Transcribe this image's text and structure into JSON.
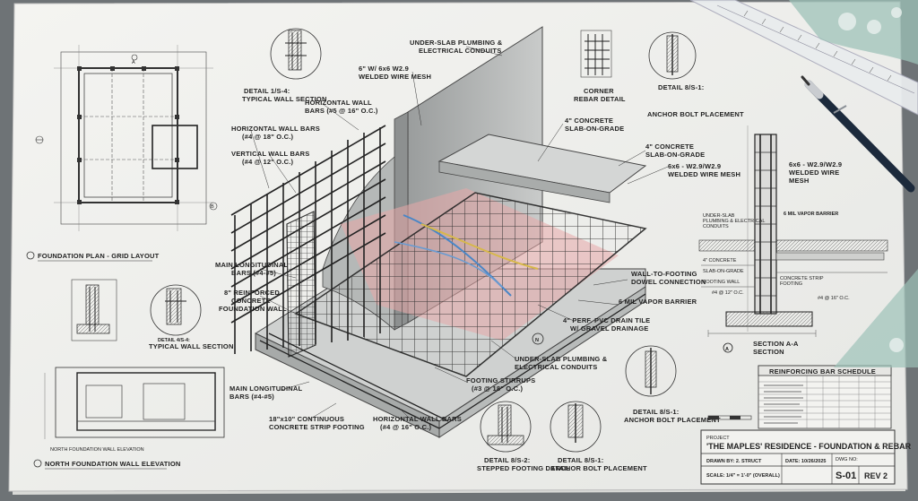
{
  "title_block": {
    "project_label": "PROJECT",
    "project_name": "'THE MAPLES' RESIDENCE - FOUNDATION & REBAR",
    "drawn_by": "DRAWN BY: 2. STRUCT",
    "date": "DATE: 10/26/2025",
    "dwg_label": "DWG NO:",
    "dwg_no": "S-01",
    "rev": "REV 2",
    "scale": "SCALE: 1/4\" = 1'-0\" (OVERALL)"
  },
  "schedule": {
    "title": "REINFORCING BAR SCHEDULE"
  },
  "plan": {
    "title": "FOUNDATION PLAN - GRID LAYOUT",
    "grid_a": "A",
    "grid_b": "B"
  },
  "elevation": {
    "small_label": "NORTH FOUNDATION WALL ELEVATION",
    "title": "NORTH FOUNDATION WALL ELEVATION"
  },
  "section": {
    "title": "SECTION A-A",
    "subtitle": "SECTION",
    "callout": "A",
    "mesh_note_1": "6x6 - W2.9/W2.9",
    "mesh_note_2": "WELDED WIRE",
    "mesh_note_3": "MESH",
    "vapor_note": "6 MIL VAPOR BARRIER",
    "small_1": "UNDER-SLAB",
    "small_2": "PLUMBING & ELECTRICAL",
    "small_3": "CONDUITS",
    "small_4": "4\" CONCRETE",
    "small_5": "SLAB-ON-GRADE",
    "small_6": "FOOTING WALL",
    "small_7": "#4 @ 12\" O.C.",
    "small_8": "CONCRETE STRIP",
    "small_9": "FOOTING",
    "small_10": "#4 @ 16\" O.C."
  },
  "details": {
    "d1_a": "DETAIL 1/S-4:",
    "d1_b": "TYPICAL WALL SECTION",
    "d2_a": "CORNER",
    "d2_b": "REBAR DETAIL",
    "d3_a": "DETAIL 8/S-1:",
    "d3_b": "ANCHOR BOLT PLACEMENT",
    "d4_a": "DETAIL 4/S-4:",
    "d4_b": "TYPICAL WALL SECTION",
    "d5_a": "DETAIL 8/S-1:",
    "d5_b": "ANCHOR BOLT PLACEMENT",
    "d6_a": "DETAIL 8/S-2:",
    "d6_b": "STEPPED FOOTING DETAIL",
    "d7_a": "DETAIL 8/S-1:",
    "d7_b": "ANCHOR BOLT PLACEMENT"
  },
  "callouts": {
    "plumbing_top_1": "UNDER-SLAB PLUMBING &",
    "plumbing_top_2": "ELECTRICAL CONDUITS",
    "wire_mesh_1": "6\" W/ 6x6 W2.9",
    "wire_mesh_2": "WELDED WIRE MESH",
    "hwall_top_1": "HORIZONTAL WALL",
    "hwall_top_2": "BARS (#5 @ 16\" O.C.)",
    "hwall_left_1": "HORIZONTAL WALL BARS",
    "hwall_left_2": "(#4 @ 18\" O.C.)",
    "vwall_1": "VERTICAL WALL BARS",
    "vwall_2": "(#4 @ 12\" O.C.)",
    "slab1_1": "4\" CONCRETE",
    "slab1_2": "SLAB-ON-GRADE",
    "slab2_1": "4\" CONCRETE",
    "slab2_2": "SLAB-ON-GRADE",
    "wwm_1": "6x6 - W2.9/W2.9",
    "wwm_2": "WELDED WIRE MESH",
    "long_1": "MAIN LONGITUDINAL",
    "long_2": "BARS (#4-#5)",
    "fwall_1": "8\" REINFORCED",
    "fwall_2": "CONCRETE",
    "fwall_3": "FOUNDATION WALL",
    "dowel_1": "WALL-TO-FOOTING",
    "dowel_2": "DOWEL CONNECTION",
    "vapor": "6 MIL VAPOR BARRIER",
    "drain_1": "4\" PERF. PVC DRAIN TILE",
    "drain_2": "W/ GRAVEL DRAINAGE",
    "plumbing_bot_1": "UNDER-SLAB PLUMBING &",
    "plumbing_bot_2": "ELECTRICAL CONDUITS",
    "stirrups_1": "FOOTING STIRRUPS",
    "stirrups_2": "(#3 @ 18\" O.C.)",
    "long_bot_1": "MAIN LONGITUDINAL",
    "long_bot_2": "BARS (#4-#5)",
    "strip_1": "18\"x10\" CONTINUOUS",
    "strip_2": "CONCRETE STRIP FOOTING",
    "hwall_bot_1": "HORIZONTAL WALL BARS",
    "hwall_bot_2": "(#4 @ 16\" O.C.)",
    "north": "N"
  }
}
